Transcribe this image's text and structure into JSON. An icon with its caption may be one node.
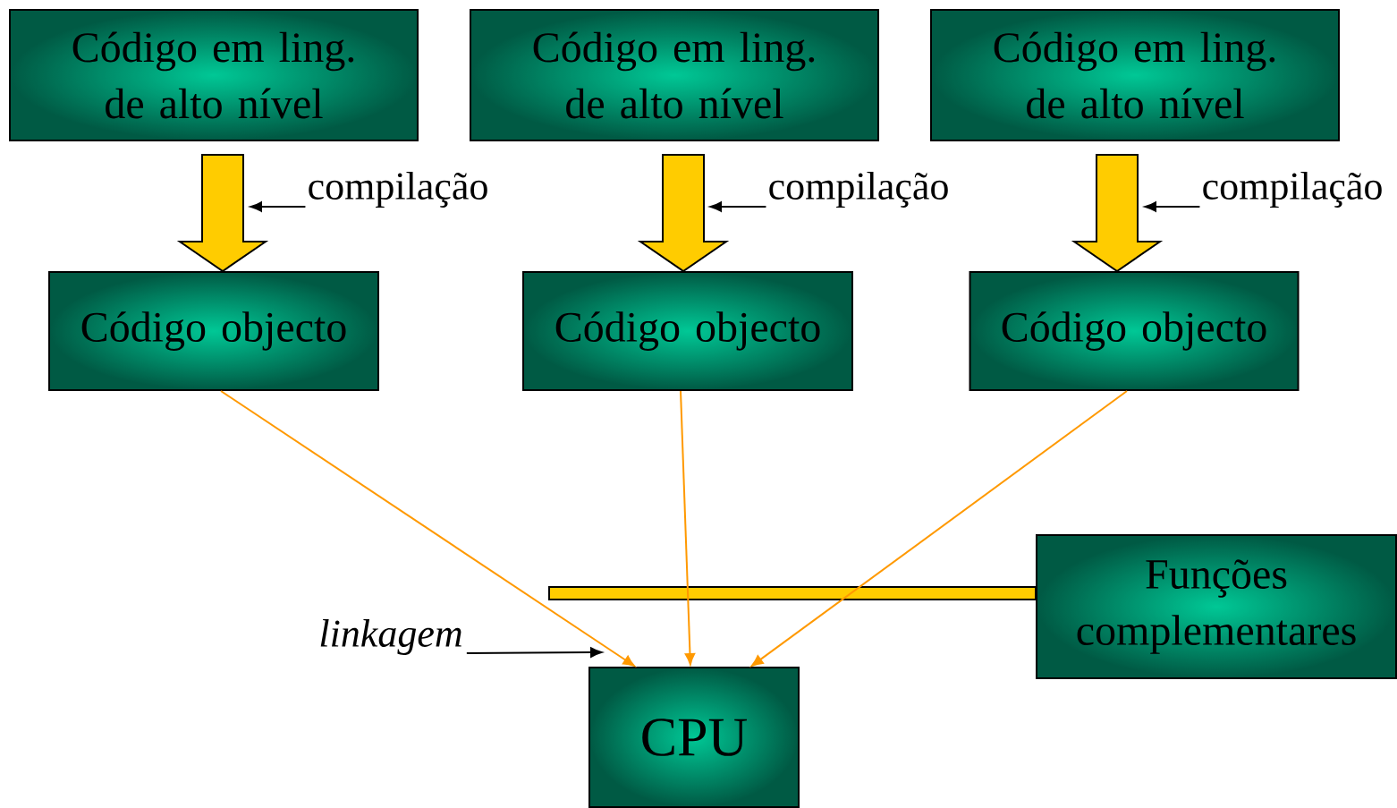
{
  "diagram": {
    "nodes": [
      {
        "text": [
          "Código em ling. de alto nível"
        ]
      },
      {
        "text": [
          "Código em ling. de alto nível"
        ]
      },
      {
        "text": [
          "Código em ling. de alto nível"
        ]
      },
      {
        "text": [
          "Código objecto"
        ]
      },
      {
        "text": [
          "Código objecto"
        ]
      },
      {
        "text": [
          "Código objecto"
        ]
      },
      {
        "text": [
          "CPU"
        ]
      },
      {
        "text": [
          "Funções complementares"
        ]
      },
      {
        "text": [
          "compilação"
        ]
      },
      {
        "text": [
          "compilação"
        ]
      },
      {
        "text": [
          "compilação"
        ]
      },
      {
        "text": [
          "linkagem"
        ]
      }
    ],
    "edges": [
      {
        "from": 0,
        "to": 3,
        "arrow": "to",
        "style": "thick",
        "color": "#ffcc00"
      },
      {
        "from": 1,
        "to": 4,
        "arrow": "to",
        "style": "thick",
        "color": "#ffcc00"
      },
      {
        "from": 2,
        "to": 5,
        "arrow": "to",
        "style": "thick",
        "color": "#ffcc00"
      },
      {
        "from": 8,
        "to": null,
        "arrow": "to"
      },
      {
        "from": 9,
        "to": null,
        "arrow": "to"
      },
      {
        "from": 10,
        "to": null,
        "arrow": "to"
      },
      {
        "from": 11,
        "to": 6,
        "arrow": "to"
      },
      {
        "from": 7,
        "to": null,
        "arrow": "none",
        "style": "thick",
        "color": "#ffcc00"
      },
      {
        "from": 3,
        "to": 6,
        "arrow": "to",
        "color": "#ff9900"
      },
      {
        "from": 4,
        "to": 6,
        "arrow": "to",
        "color": "#ff9900"
      },
      {
        "from": 5,
        "to": 6,
        "arrow": "to",
        "color": "#ff9900"
      }
    ]
  }
}
